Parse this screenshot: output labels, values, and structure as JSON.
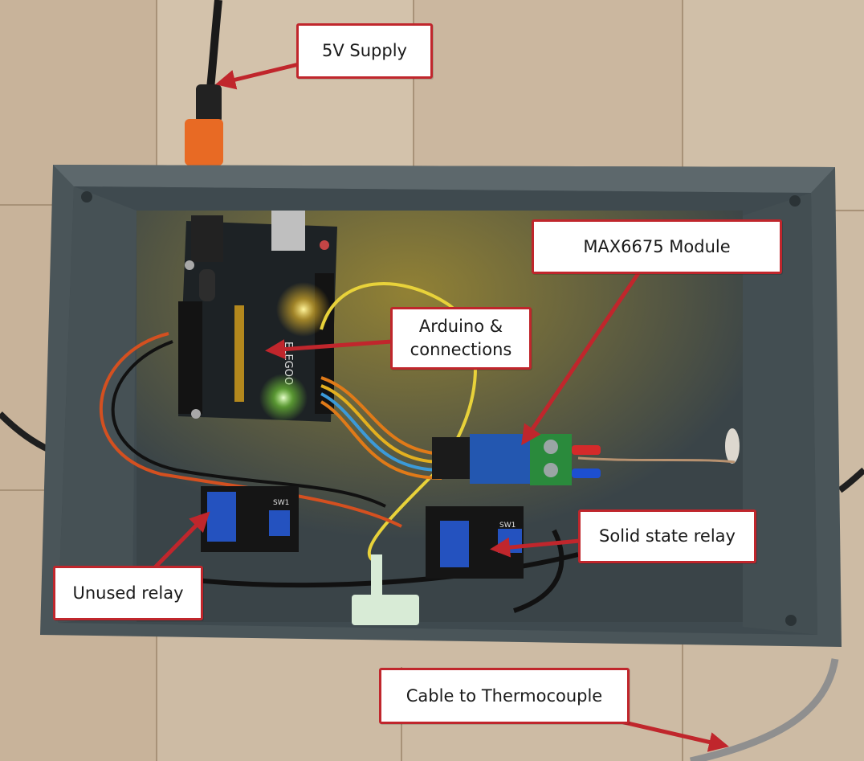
{
  "annotations": {
    "supply": "5V Supply",
    "max6675": "MAX6675 Module",
    "arduino": "Arduino &\nconnections",
    "ssr": "Solid state relay",
    "unused_relay": "Unused relay",
    "thermocouple_cable": "Cable to Thermocouple"
  },
  "board_markings": {
    "arduino_brand": "ELEGOO",
    "relay_switch_1": "SW1",
    "relay_switch_2": "SW1"
  },
  "colors": {
    "label_border": "#c0262c",
    "arrow": "#c0262c",
    "enclosure": "#3f4a4f",
    "floor_wood": "#cdbba4"
  },
  "icons": {
    "arrow": "arrow-icon"
  }
}
